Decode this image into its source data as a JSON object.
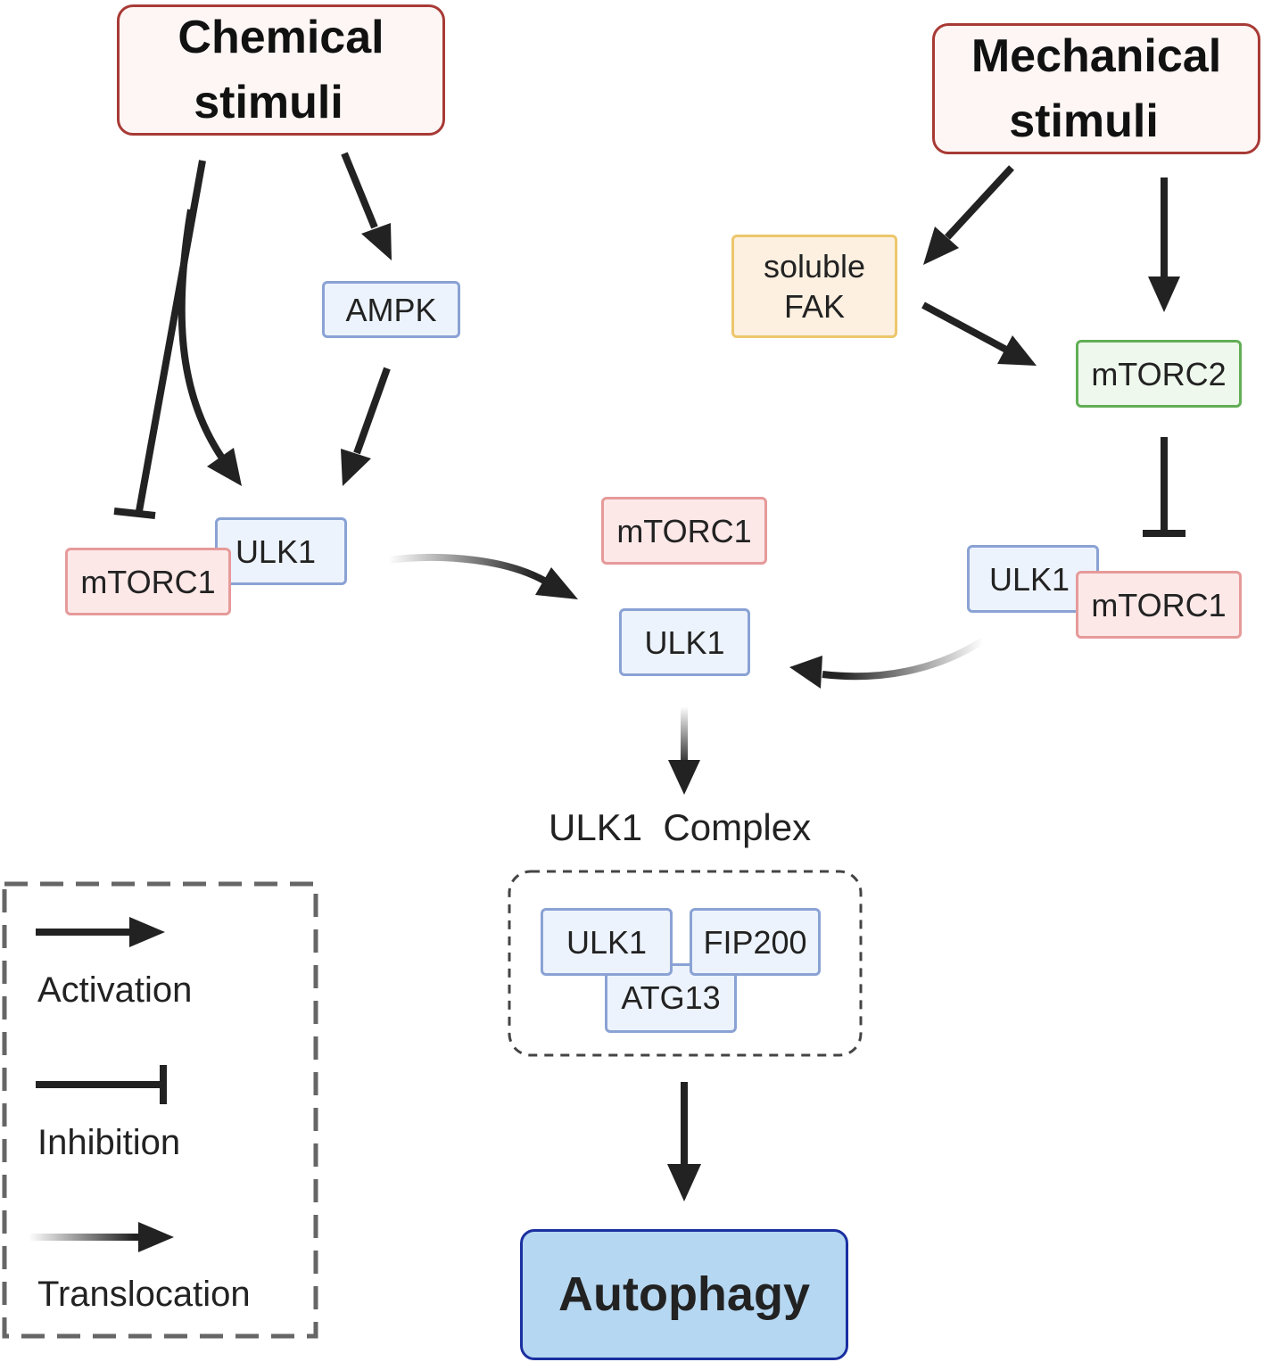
{
  "nodes": {
    "chemical_stimuli": {
      "line1": "Chemical",
      "line2": "stimuli"
    },
    "mechanical_stimuli": {
      "line1": "Mechanical",
      "line2": "stimuli"
    },
    "ampk": "AMPK",
    "soluble_fak": {
      "line1": "soluble",
      "line2": "FAK"
    },
    "mtorc2": "mTORC2",
    "left_complex": {
      "ulk1": "ULK1",
      "mtorc1": "mTORC1"
    },
    "right_complex": {
      "ulk1": "ULK1",
      "mtorc1": "mTORC1"
    },
    "center_mtorc1": "mTORC1",
    "center_ulk1": "ULK1",
    "ulk1_complex": {
      "title": "ULK1  Complex",
      "ulk1": "ULK1",
      "fip200": "FIP200",
      "atg13": "ATG13"
    },
    "autophagy": "Autophagy"
  },
  "legend": {
    "activation": "Activation",
    "inhibition": "Inhibition",
    "translocation": "Translocation"
  },
  "colors": {
    "stimuli_border": "#a83a36",
    "protein_blue": "#8aa2d4",
    "mtorc1_pink": "#e69a9a",
    "fak_yellow": "#ecc76b",
    "mtorc2_green": "#62ae56",
    "autophagy_border": "#1a2fa0",
    "autophagy_fill": "#b5d7f1",
    "arrow": "#222222"
  }
}
